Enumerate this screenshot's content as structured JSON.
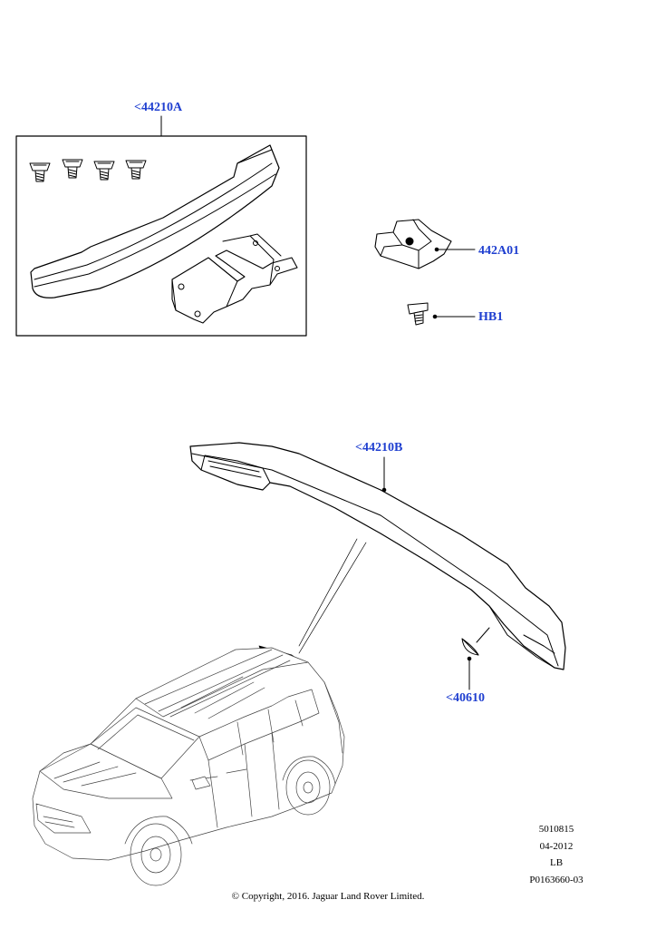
{
  "callouts": {
    "kit_a": "<44210A",
    "part_442a01": "442A01",
    "part_hb1": "HB1",
    "kit_b": "<44210B",
    "part_40610": "<40610"
  },
  "meta": {
    "number": "5010815",
    "date": "04-2012",
    "lang": "LB",
    "ref": "P0163660-03"
  },
  "copyright": "© Copyright, 2016. Jaguar Land Rover Limited.",
  "colors": {
    "callout": "#1f3fd0",
    "line": "#000000"
  }
}
